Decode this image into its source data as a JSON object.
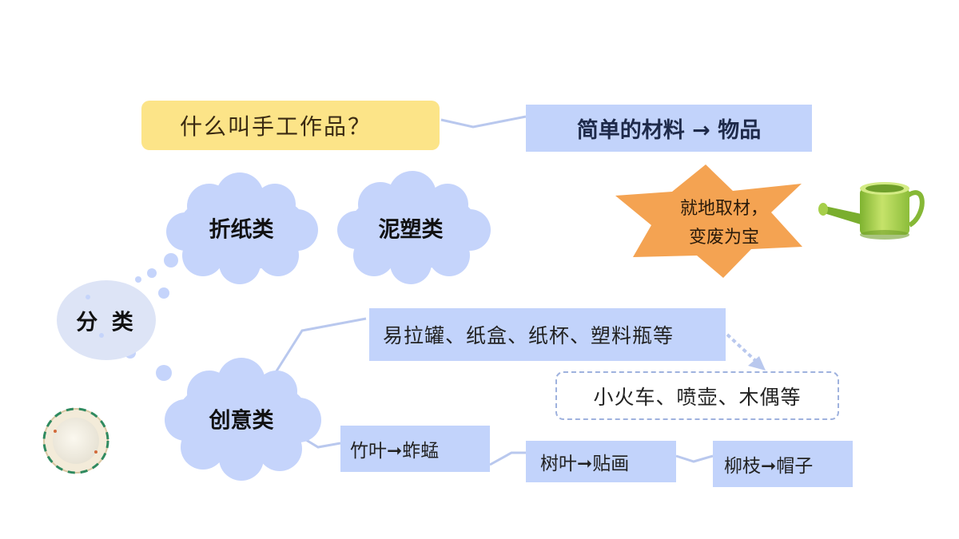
{
  "question": "什么叫手工作品？",
  "definition": "简单的材料 → 物品",
  "slogan": {
    "line1": "就地取材，",
    "line2": "变废为宝"
  },
  "root": "分 类",
  "categories": {
    "origami": "折纸类",
    "clay": "泥塑类",
    "creative": "创意类"
  },
  "creative_items": {
    "materials": "易拉罐、纸盒、纸杯、塑料瓶等",
    "products": "小火车、喷壶、木偶等",
    "bamboo": "竹叶➞蚱蜢",
    "tree": "树叶➞贴画",
    "willow": "柳枝➞帽子"
  },
  "icons": [
    "watering-can-icon",
    "plate-icon"
  ],
  "colors": {
    "question_bg": "#fce488",
    "box_bg": "#c2d3fb",
    "cloud": "#c5d4fb",
    "star": "#f4a352",
    "connector": "#b9c8ee"
  }
}
